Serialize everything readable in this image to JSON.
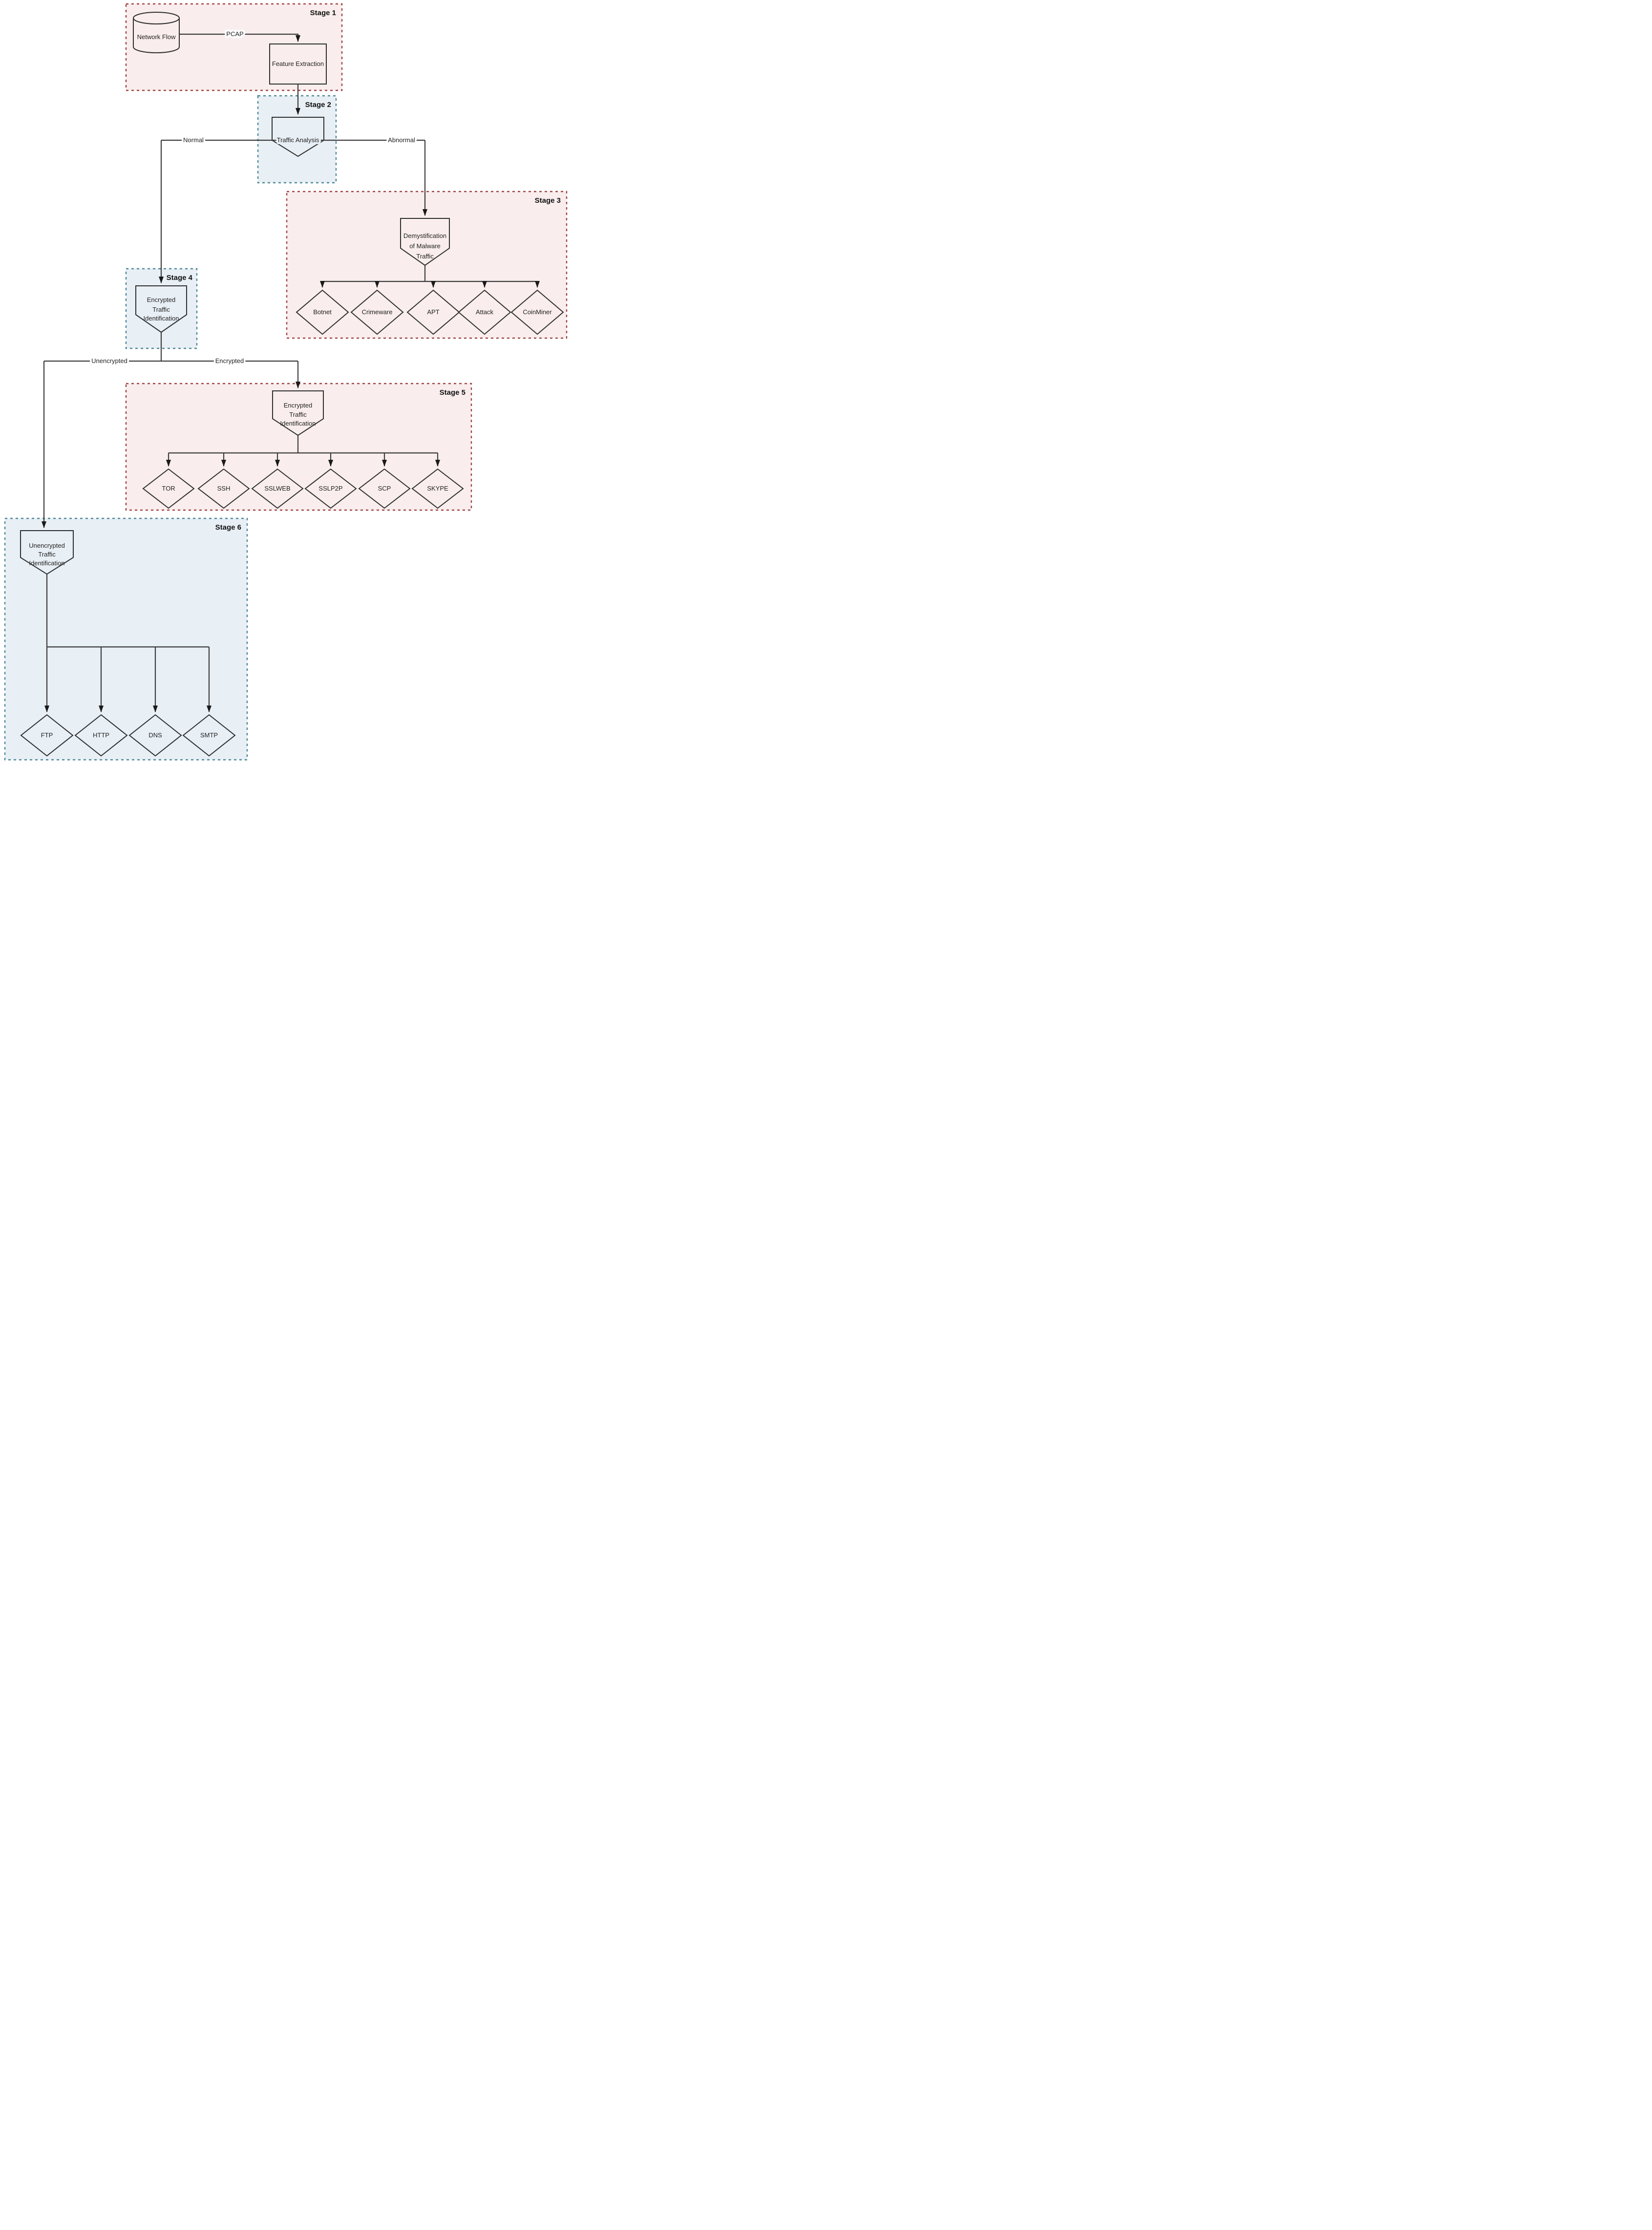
{
  "stages": {
    "s1": {
      "label": "Stage 1"
    },
    "s2": {
      "label": "Stage 2"
    },
    "s3": {
      "label": "Stage 3"
    },
    "s4": {
      "label": "Stage 4"
    },
    "s5": {
      "label": "Stage 5"
    },
    "s6": {
      "label": "Stage 6"
    }
  },
  "nodes": {
    "network_flow": "Network Flow",
    "feature_extraction": "Feature Extraction",
    "traffic_analysis": "Traffic Analysis",
    "demystification": [
      "Demystification",
      "of Malware",
      "Traffic"
    ],
    "encrypted_id_s4": [
      "Encrypted",
      "Traffic",
      "Identification"
    ],
    "encrypted_id_s5": [
      "Encrypted",
      "Traffic",
      "Identification"
    ],
    "unencrypted_id_s6": [
      "Unencrypted",
      "Traffic",
      "Identification"
    ],
    "malware_types": [
      "Botnet",
      "Crimeware",
      "APT",
      "Attack",
      "CoinMiner"
    ],
    "encrypted_protocols": [
      "TOR",
      "SSH",
      "SSLWEB",
      "SSLP2P",
      "SCP",
      "SKYPE"
    ],
    "unencrypted_protocols": [
      "FTP",
      "HTTP",
      "DNS",
      "SMTP"
    ]
  },
  "edge_labels": {
    "pcap": "PCAP",
    "normal": "Normal",
    "abnormal": "Abnormal",
    "unencrypted": "Unencrypted",
    "encrypted": "Encrypted"
  },
  "colors": {
    "stage_pink_fill": "#f9eded",
    "stage_pink_border": "#a04343",
    "stage_blue_fill": "#e8eff5",
    "stage_blue_border": "#4d8796",
    "edge_line": "#3d3d3d",
    "node_stroke": "#2e2e2e",
    "text": "#1f1f1f"
  }
}
